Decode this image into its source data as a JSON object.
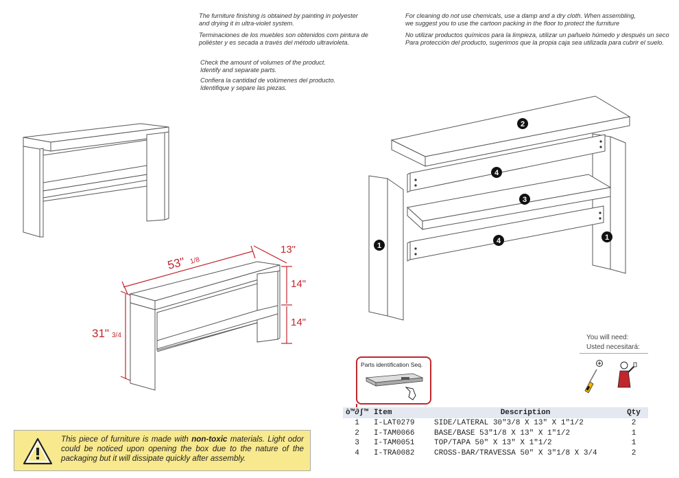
{
  "notes": {
    "finishing_en": "The furniture finishing is obtained by painting in polyester\nand drying it in ultra-violet system.",
    "finishing_es": "Terminaciones de los muebles  son obtenidos com pintura de\n poliéster y  es secada a través del método ultravioleta.",
    "cleaning_en": "For cleaning do not use chemicals, use a damp and a dry cloth. When assembling,\nwe suggest you to use the cartoon packing in the floor to protect the furniture",
    "cleaning_es": "No utilizar productos químicos para la limpieza, utilizar un pañuelo húmedo y después un seco\nPara protección del producto, sugerimos que la propia caja sea utilizada para cubrir el suelo.",
    "check_en": "Check the amount of volumes of the product.\nIdentify and separate parts.",
    "check_es": "Confiera la cantidad de volúmenes del producto.\nIdentifique y separe las piezas."
  },
  "dimensions": {
    "width_value": "53\"",
    "width_fraction": "1/8",
    "depth": "13\"",
    "shelf_upper": "14\"",
    "shelf_lower": "14\"",
    "height_value": "31\"",
    "height_fraction": "3/4"
  },
  "exploded_labels": {
    "top": "2",
    "crossbar_upper": "4",
    "base": "3",
    "crossbar_lower": "4",
    "side_left": "1",
    "side_right": "1"
  },
  "parts_id": {
    "title": "Parts identification Seq."
  },
  "tools": {
    "need_en": "You will need:",
    "need_es": "Usted necesitará:",
    "icons": [
      "screwdriver-icon",
      "worker-icon"
    ]
  },
  "parts_table": {
    "headers": [
      "ò™∂∫™",
      "Item",
      "Description",
      "Qty"
    ],
    "rows": [
      {
        "n": "1",
        "item": "I-LAT0279",
        "desc": "SIDE/LATERAL 30\"3/8 X 13\" X 1\"1/2",
        "qty": "2"
      },
      {
        "n": "2",
        "item": "I-TAM0066",
        "desc": "BASE/BASE 53\"1/8 X 13\" X 1\"1/2",
        "qty": "1"
      },
      {
        "n": "3",
        "item": "I-TAM0051",
        "desc": "TOP/TAPA 50\" X 13\" X 1\"1/2",
        "qty": "1"
      },
      {
        "n": "4",
        "item": "I-TRA0082",
        "desc": "CROSS-BAR/TRAVESSA 50\" X 3\"1/8 X 3/4",
        "qty": "2"
      }
    ]
  },
  "warning": {
    "text_before": "This piece of furniture is made with ",
    "text_bold": "non-toxic",
    "text_after": " materials. Light odor could be noticed upon opening the box due to the nature of the packaging but it will dissipate quickly after assembly.",
    "accent": "#f8e98e"
  },
  "colors": {
    "dimension_red": "#c0262c",
    "line": "#555555",
    "panel": "#ffffff"
  }
}
